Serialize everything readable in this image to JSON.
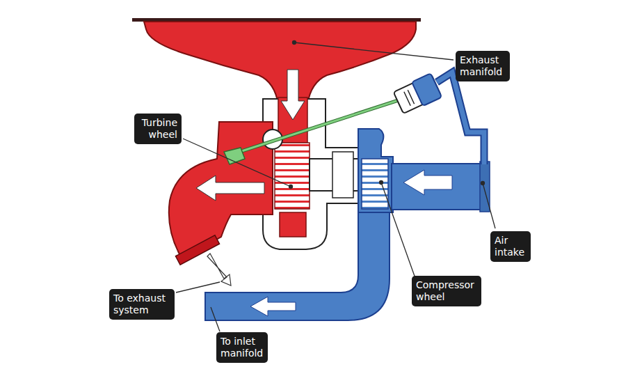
{
  "diagram": {
    "nodes": [
      {
        "text": [
          "Exhaust manifold"
        ]
      },
      {
        "text": [
          "Turbine wheel"
        ]
      },
      {
        "text": [
          "Air intake"
        ]
      },
      {
        "text": [
          "Compressor wheel"
        ]
      },
      {
        "text": [
          "To exhaust system"
        ]
      },
      {
        "text": [
          "To inlet manifold"
        ]
      }
    ]
  }
}
